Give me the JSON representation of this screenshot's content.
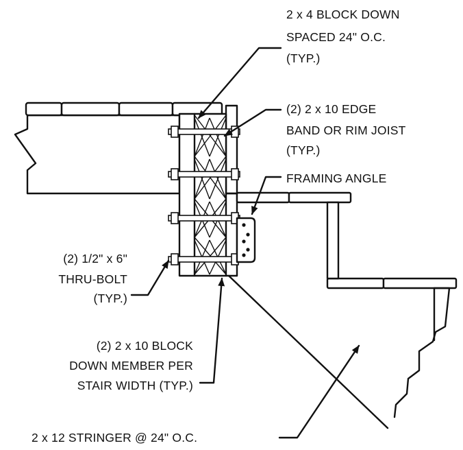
{
  "labels": {
    "block_down": [
      "2 x 4 BLOCK DOWN",
      "SPACED 24\" O.C.",
      "(TYP.)"
    ],
    "edge_band": [
      "(2) 2 x 10 EDGE",
      "BAND OR RIM JOIST",
      "(TYP.)"
    ],
    "framing_angle": [
      "FRAMING ANGLE"
    ],
    "thru_bolt": [
      "(2) 1/2\" x 6\"",
      "THRU-BOLT",
      "(TYP.)"
    ],
    "block_member": [
      "(2) 2 x 10 BLOCK",
      "DOWN MEMBER PER",
      "STAIR WIDTH (TYP.)"
    ],
    "stringer": [
      "2 x 12 STRINGER @ 24\" O.C."
    ]
  }
}
